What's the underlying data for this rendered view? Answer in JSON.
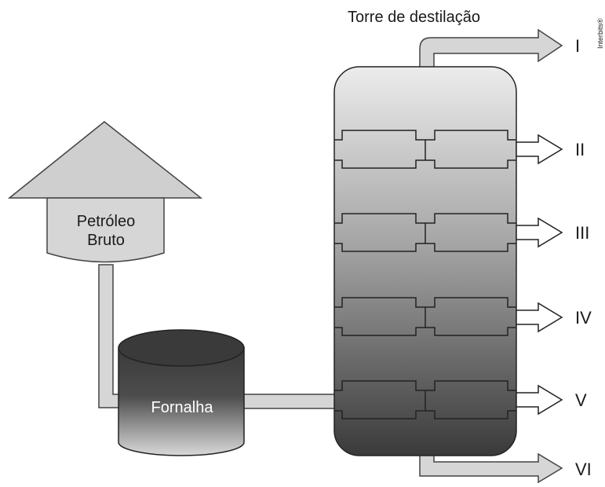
{
  "diagram": {
    "title": "Torre de destilação",
    "tank_label_line1": "Petróleo",
    "tank_label_line2": "Bruto",
    "furnace_label": "Fornalha",
    "outputs": [
      "I",
      "II",
      "III",
      "IV",
      "V",
      "VI"
    ],
    "credit": "Interbits®"
  }
}
